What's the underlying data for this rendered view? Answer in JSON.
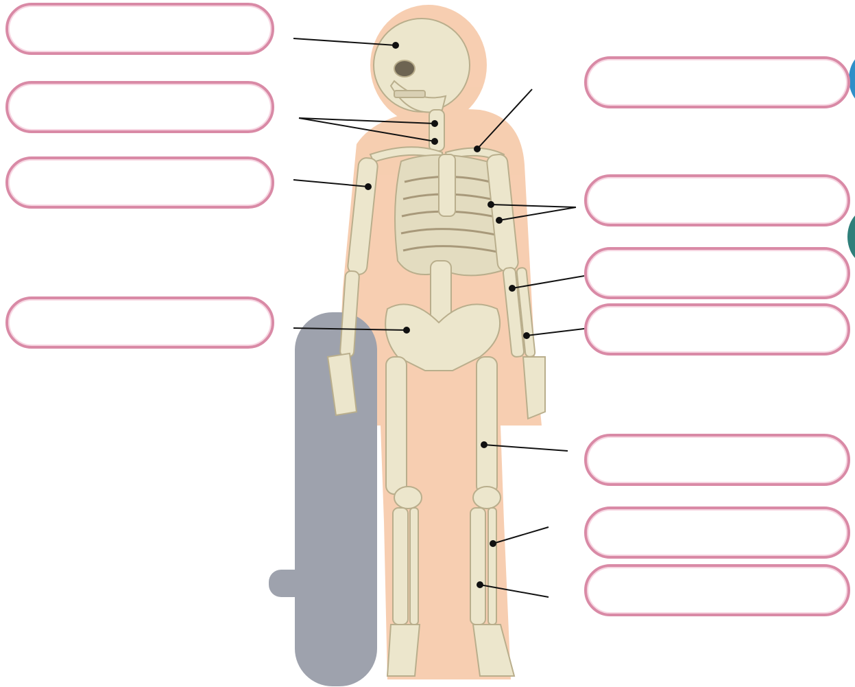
{
  "diagram": {
    "type": "labeling-worksheet",
    "subject": "skeleton",
    "label_boxes": [
      {
        "id": "skull",
        "text": ""
      },
      {
        "id": "neck-vertebrae",
        "text": ""
      },
      {
        "id": "humerus",
        "text": ""
      },
      {
        "id": "pelvis",
        "text": ""
      },
      {
        "id": "shoulder-blade",
        "text": ""
      },
      {
        "id": "ribs",
        "text": ""
      },
      {
        "id": "radius",
        "text": ""
      },
      {
        "id": "ulna",
        "text": ""
      },
      {
        "id": "femur",
        "text": ""
      },
      {
        "id": "fibula",
        "text": ""
      },
      {
        "id": "tibia",
        "text": ""
      }
    ]
  },
  "colors": {
    "box_border": "#d98aa6",
    "box_inner": "#f7d6e2",
    "body_outline": "#f6c9a8",
    "bone": "#ece6cc",
    "bone_shade": "#b9ae8c",
    "skateboard_shadow": "#9ea2ad",
    "leader_line": "#111111",
    "edge_blue": "#2f8fc8",
    "edge_teal": "#2f7f7a"
  }
}
